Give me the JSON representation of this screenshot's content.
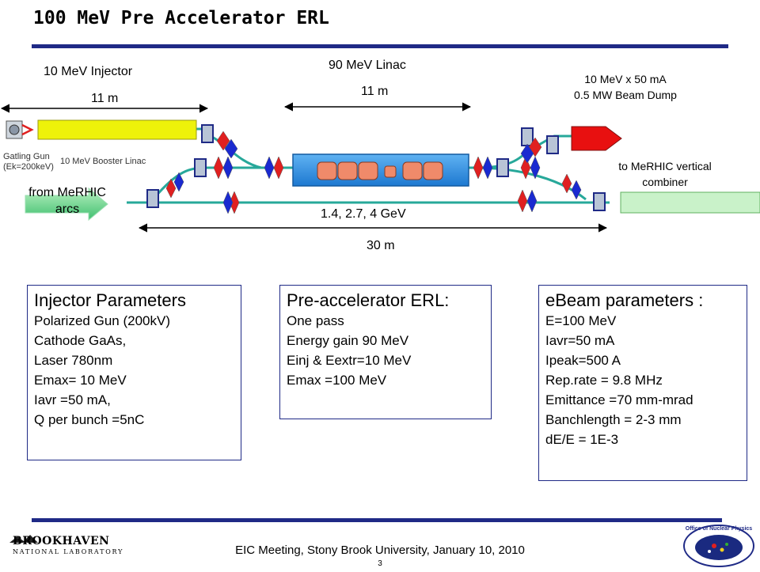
{
  "title": "100 MeV Pre Accelerator ERL",
  "diagram": {
    "injector_label": "10 MeV Injector",
    "injector_length": "11 m",
    "linac_label": "90 MeV Linac",
    "linac_length": "11 m",
    "dump_label_1": "10 MeV x 50 mA",
    "dump_label_2": "0.5 MW Beam Dump",
    "gun_label_1": "Gatling Gun",
    "gun_label_2": "(Ek=200keV)",
    "booster_label": "10 MeV Booster Linac",
    "from_arcs_1": "from MeRHIC",
    "from_arcs_2": "arcs",
    "to_combiner_1": "to MeRHIC vertical",
    "to_combiner_2": "combiner",
    "energies": "1.4, 2.7, 4 GeV",
    "total_length": "30 m"
  },
  "injector_box": {
    "heading": "Injector Parameters",
    "lines": [
      "Polarized Gun (200kV)",
      "Cathode GaAs,",
      "Laser  780nm",
      "Emax= 10 MeV",
      "Iavr =50 mA,",
      "Q per bunch =5nC"
    ]
  },
  "erl_box": {
    "heading": "Pre-accelerator ERL:",
    "lines": [
      "One pass",
      "Energy gain 90 MeV",
      "Einj & Eextr=10 MeV",
      "Emax =100 MeV"
    ]
  },
  "ebeam_box": {
    "heading": "eBeam parameters :",
    "lines": [
      "E=100 MeV",
      "Iavr=50 mA",
      "Ipeak=500 A",
      "Rep.rate = 9.8 MHz",
      "Emittance =70 mm-mrad",
      "Banchlength = 2-3 mm",
      "dE/E = 1E-3"
    ]
  },
  "footer": {
    "lab_name": "BROOKHAVEN",
    "lab_sub": "NATIONAL LABORATORY",
    "meeting": "EIC Meeting, Stony Brook University, January 10, 2010",
    "page": "3",
    "seal_text": "Office of Nuclear Physics"
  },
  "colors": {
    "rule": "#1f2a86",
    "beamline": "#27a89a",
    "quad_red": "#e02020",
    "quad_blue": "#1a2ad0",
    "linac": "#2a8ee8",
    "cavity": "#f08a6a",
    "dump": "#e81010",
    "booster": "#eef20a"
  }
}
